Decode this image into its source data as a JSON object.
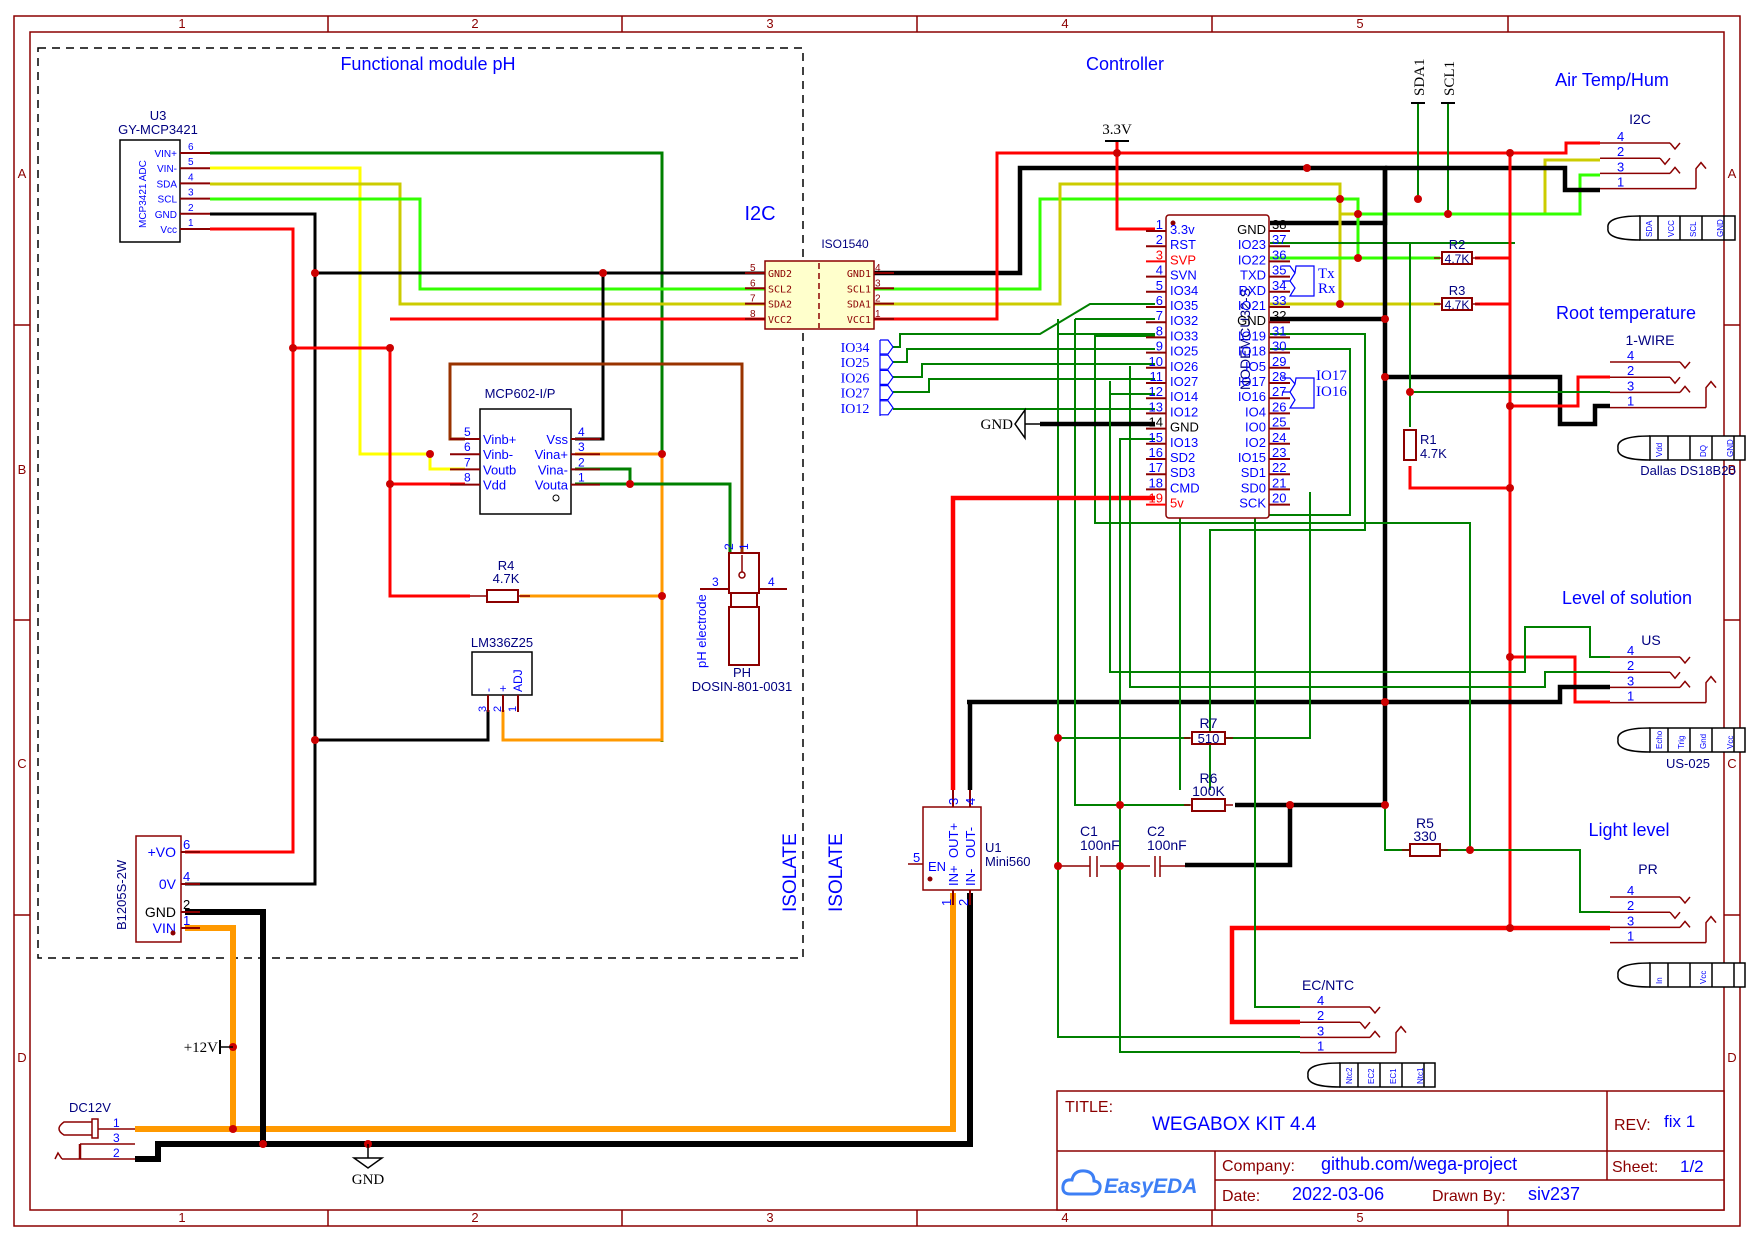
{
  "sheet": {
    "col_labels": [
      "1",
      "2",
      "3",
      "4",
      "5"
    ],
    "row_labels": [
      "A",
      "B",
      "C",
      "D"
    ]
  },
  "colors": {
    "frame": "#8b0000",
    "text_blue": "#0000ff",
    "wire_red": "#ff0000",
    "wire_black": "#000000",
    "wire_green": "#008000",
    "wire_lime": "#33ff00",
    "wire_yellow": "#ffff00",
    "wire_olive": "#cccc00",
    "wire_orange": "#ff9900",
    "wire_brown": "#993300",
    "junction": "#cc0000"
  },
  "regions": {
    "ph_module": "Functional module pH",
    "controller": "Controller",
    "i2c": "I2C",
    "isolate_left": "ISOLATE",
    "isolate_right": "ISOLATE",
    "air": "Air Temp/Hum",
    "root": "Root temperature",
    "level": "Level of solution",
    "light": "Light level"
  },
  "u3": {
    "ref": "U3",
    "part": "GY-MCP3421",
    "body_label": "MCP3421 ADC",
    "pins": [
      {
        "num": "6",
        "name": "VIN+"
      },
      {
        "num": "5",
        "name": "VIN-"
      },
      {
        "num": "4",
        "name": "SDA"
      },
      {
        "num": "3",
        "name": "SCL"
      },
      {
        "num": "2",
        "name": "GND"
      },
      {
        "num": "1",
        "name": "Vcc"
      }
    ]
  },
  "iso": {
    "part": "ISO1540",
    "left": [
      {
        "num": "5",
        "name": "GND2"
      },
      {
        "num": "6",
        "name": "SCL2"
      },
      {
        "num": "7",
        "name": "SDA2"
      },
      {
        "num": "8",
        "name": "VCC2"
      }
    ],
    "right": [
      {
        "num": "4",
        "name": "GND1"
      },
      {
        "num": "3",
        "name": "SCL1"
      },
      {
        "num": "2",
        "name": "SDA1"
      },
      {
        "num": "1",
        "name": "VCC1"
      }
    ]
  },
  "mcp602": {
    "part": "MCP602-I/P",
    "left": [
      {
        "num": "5",
        "name": "Vinb+"
      },
      {
        "num": "6",
        "name": "Vinb-"
      },
      {
        "num": "7",
        "name": "Voutb"
      },
      {
        "num": "8",
        "name": "Vdd"
      }
    ],
    "right": [
      {
        "num": "4",
        "name": "Vss"
      },
      {
        "num": "3",
        "name": "Vina+"
      },
      {
        "num": "2",
        "name": "Vina-"
      },
      {
        "num": "1",
        "name": "Vouta"
      }
    ]
  },
  "r4": {
    "ref": "R4",
    "value": "4.7K"
  },
  "lm336": {
    "part": "LM336Z25",
    "pins": [
      {
        "num": "3",
        "name": "-"
      },
      {
        "num": "2",
        "name": "+"
      },
      {
        "num": "1",
        "name": "ADJ"
      }
    ]
  },
  "ph": {
    "ref": "PH",
    "part": "DOSIN-801-0031",
    "body": "pH electrode",
    "pins": [
      "2",
      "1",
      "3",
      "4"
    ]
  },
  "b1205": {
    "part": "B1205S-2W",
    "pins": [
      {
        "num": "6",
        "name": "+VO"
      },
      {
        "num": "4",
        "name": "0V"
      },
      {
        "num": "2",
        "name": "GND"
      },
      {
        "num": "1",
        "name": "VIN"
      }
    ]
  },
  "dc": {
    "ref": "DC12V",
    "pins": [
      "1",
      "3",
      "2"
    ]
  },
  "net_labels": {
    "v12": "+12V",
    "gnd_bottom": "GND",
    "gnd_mid": "GND",
    "v33": "3.3V",
    "sda1": "SDA1",
    "scl1": "SCL1",
    "tx": "Tx",
    "rx": "Rx",
    "io17": "IO17",
    "io16": "IO16",
    "bus_ports": [
      "IO34",
      "IO25",
      "IO26",
      "IO27",
      "IO12"
    ]
  },
  "nodemcu": {
    "part": "NODEMCU32-S",
    "left": [
      {
        "num": "1",
        "name": "3.3v",
        "red": false
      },
      {
        "num": "2",
        "name": "RST",
        "red": false
      },
      {
        "num": "3",
        "name": "SVP",
        "red": true
      },
      {
        "num": "4",
        "name": "SVN",
        "red": false
      },
      {
        "num": "5",
        "name": "IO34",
        "red": false
      },
      {
        "num": "6",
        "name": "IO35",
        "red": false
      },
      {
        "num": "7",
        "name": "IO32",
        "red": false
      },
      {
        "num": "8",
        "name": "IO33",
        "red": false
      },
      {
        "num": "9",
        "name": "IO25",
        "red": false
      },
      {
        "num": "10",
        "name": "IO26",
        "red": false
      },
      {
        "num": "11",
        "name": "IO27",
        "red": false
      },
      {
        "num": "12",
        "name": "IO14",
        "red": false
      },
      {
        "num": "13",
        "name": "IO12",
        "red": false
      },
      {
        "num": "14",
        "name": "GND",
        "red": false
      },
      {
        "num": "15",
        "name": "IO13",
        "red": false
      },
      {
        "num": "16",
        "name": "SD2",
        "red": false
      },
      {
        "num": "17",
        "name": "SD3",
        "red": false
      },
      {
        "num": "18",
        "name": "CMD",
        "red": false
      },
      {
        "num": "19",
        "name": "5v",
        "red": true
      }
    ],
    "right": [
      {
        "num": "38",
        "name": "GND"
      },
      {
        "num": "37",
        "name": "IO23"
      },
      {
        "num": "36",
        "name": "IO22"
      },
      {
        "num": "35",
        "name": "TXD"
      },
      {
        "num": "34",
        "name": "RXD"
      },
      {
        "num": "33",
        "name": "IO21"
      },
      {
        "num": "32",
        "name": "GND"
      },
      {
        "num": "31",
        "name": "IO19"
      },
      {
        "num": "30",
        "name": "IO18"
      },
      {
        "num": "29",
        "name": "IO5"
      },
      {
        "num": "28",
        "name": "IO17"
      },
      {
        "num": "27",
        "name": "IO16"
      },
      {
        "num": "26",
        "name": "IO4"
      },
      {
        "num": "25",
        "name": "IO0"
      },
      {
        "num": "24",
        "name": "IO2"
      },
      {
        "num": "23",
        "name": "IO15"
      },
      {
        "num": "22",
        "name": "SD1"
      },
      {
        "num": "21",
        "name": "SD0"
      },
      {
        "num": "20",
        "name": "SCK"
      }
    ]
  },
  "resistors": {
    "r2": {
      "ref": "R2",
      "value": "4.7K"
    },
    "r3": {
      "ref": "R3",
      "value": "4.7K"
    },
    "r1": {
      "ref": "R1",
      "value": "4.7K"
    },
    "r7": {
      "ref": "R7",
      "value": "510"
    },
    "r6": {
      "ref": "R6",
      "value": "100K"
    },
    "r5": {
      "ref": "R5",
      "value": "330"
    }
  },
  "caps": {
    "c1": {
      "ref": "C1",
      "value": "100nF"
    },
    "c2": {
      "ref": "C2",
      "value": "100nF"
    }
  },
  "u1": {
    "ref": "U1",
    "part": "Mini560",
    "pins": [
      {
        "num": "3",
        "name": "OUT+"
      },
      {
        "num": "4",
        "name": "OUT-"
      },
      {
        "num": "5",
        "name": "EN"
      },
      {
        "num": "1",
        "name": "IN+"
      },
      {
        "num": "2",
        "name": "IN-"
      }
    ]
  },
  "connectors": {
    "air": {
      "title": "I2C",
      "pins": [
        "4",
        "2",
        "3",
        "1"
      ],
      "plug": [
        "SDA",
        "VCC",
        "SCL",
        "GND"
      ],
      "caption": ""
    },
    "root": {
      "title": "1-WIRE",
      "pins": [
        "4",
        "2",
        "3",
        "1"
      ],
      "plug": [
        "Vdd",
        "",
        "DQ",
        "GND"
      ],
      "caption": "Dallas DS18B20"
    },
    "level": {
      "title": "US",
      "pins": [
        "4",
        "2",
        "3",
        "1"
      ],
      "plug": [
        "Echo",
        "Trig",
        "Gnd",
        "Vcc"
      ],
      "caption": "US-025"
    },
    "light": {
      "title": "PR",
      "pins": [
        "4",
        "2",
        "3",
        "1"
      ],
      "plug": [
        "In",
        "",
        "Vcc",
        ""
      ],
      "caption": ""
    },
    "ec": {
      "title": "EC/NTC",
      "pins": [
        "4",
        "2",
        "3",
        "1"
      ],
      "plug": [
        "Ntc2",
        "EC2",
        "EC1",
        "Ntc1"
      ],
      "caption": ""
    }
  },
  "title_block": {
    "title_label": "TITLE:",
    "title": "WEGABOX KIT 4.4",
    "rev_label": "REV:",
    "rev": "fix 1",
    "company_label": "Company:",
    "company": "github.com/wega-project",
    "sheet_label": "Sheet:",
    "sheet": "1/2",
    "date_label": "Date:",
    "date": "2022-03-06",
    "drawn_label": "Drawn By:",
    "drawn": "siv237",
    "logo": "EasyEDA"
  }
}
